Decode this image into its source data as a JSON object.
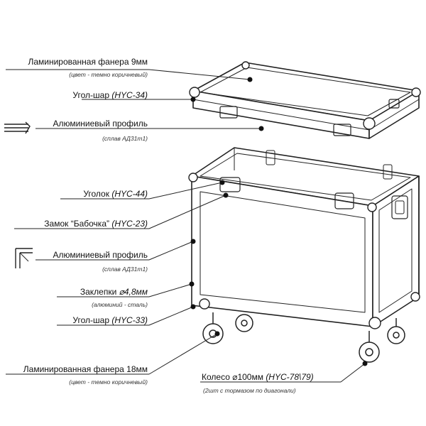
{
  "labels": {
    "plywood_9": {
      "text": "Ламинированная фанера 9мм",
      "note": "(цвет - темно коричневый)"
    },
    "corner_ball_34": {
      "text": "Угол-шар ",
      "code": "(HYC-34)"
    },
    "alu_profile_top": {
      "text": "Алюминиевый профиль",
      "note": "(сплав АД31т1)"
    },
    "corner_44": {
      "text": "Уголок ",
      "code": "(HYC-44)"
    },
    "butterfly_lock": {
      "text": "Замок “Бабочка” ",
      "code": "(HYC-23)"
    },
    "alu_profile_corner": {
      "text": "Алюминиевый профиль",
      "note": "(сплав АД31т1)"
    },
    "rivets": {
      "text": "Заклепки ",
      "code": "⌀4,8мм",
      "note": "(алюминий - сталь)"
    },
    "corner_ball_33": {
      "text": "Угол-шар ",
      "code": "(HYC-33)"
    },
    "plywood_18": {
      "text": "Ламинированная фанера 18мм",
      "note": "(цвет - темно коричневый)"
    },
    "wheel": {
      "text": "Колесо ⌀100мм ",
      "code": "(HYC-78\\79)",
      "note": "(2шт с тормазом по диагонали)"
    }
  },
  "colors": {
    "line": "#222222",
    "dot": "#111111"
  }
}
